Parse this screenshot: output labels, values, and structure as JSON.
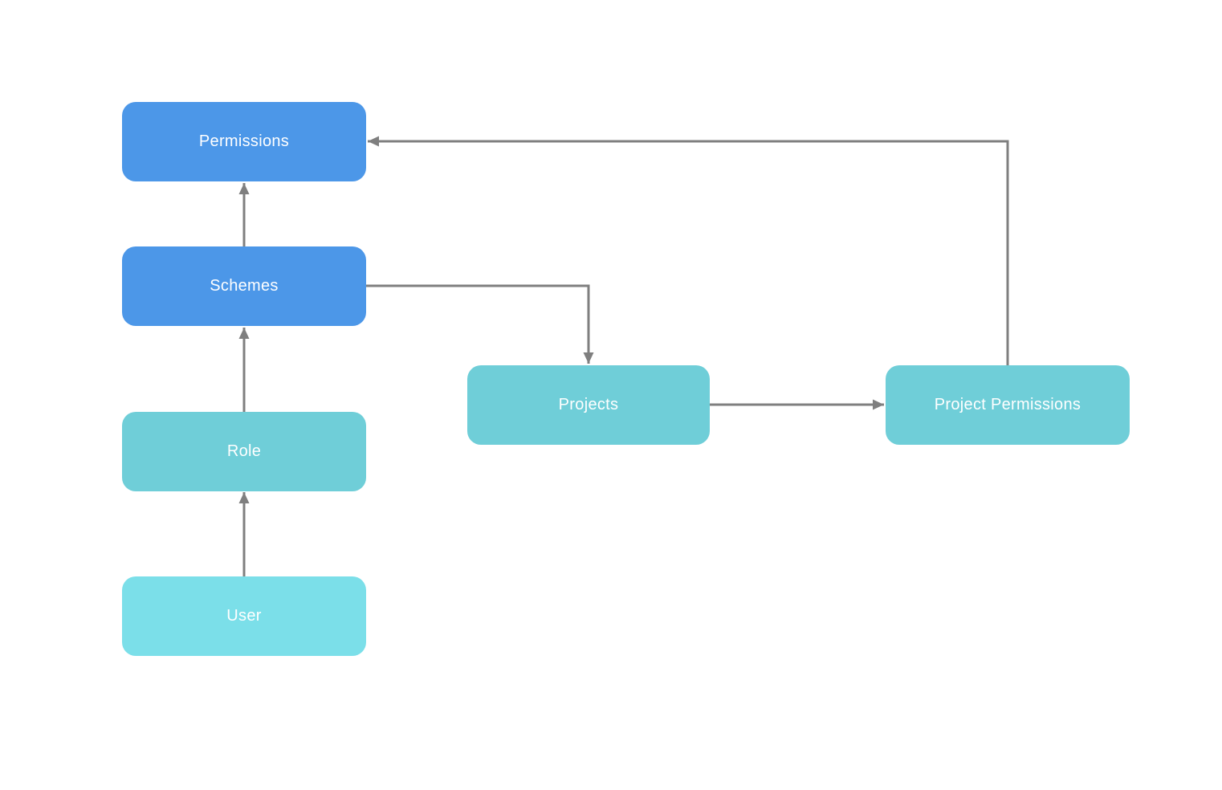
{
  "diagram": {
    "nodes": [
      {
        "id": "permissions",
        "label": "Permissions",
        "color": "#4C97E8"
      },
      {
        "id": "schemes",
        "label": "Schemes",
        "color": "#4C97E8"
      },
      {
        "id": "role",
        "label": "Role",
        "color": "#6FCED8"
      },
      {
        "id": "user",
        "label": "User",
        "color": "#7BDFE9"
      },
      {
        "id": "projects",
        "label": "Projects",
        "color": "#6FCED8"
      },
      {
        "id": "project_permissions",
        "label": "Project Permissions",
        "color": "#6FCED8"
      }
    ],
    "edges": [
      {
        "from": "user",
        "to": "role",
        "direction": "up"
      },
      {
        "from": "role",
        "to": "schemes",
        "direction": "up"
      },
      {
        "from": "schemes",
        "to": "permissions",
        "direction": "up"
      },
      {
        "from": "schemes",
        "to": "projects",
        "direction": "right-then-down"
      },
      {
        "from": "projects",
        "to": "project_permissions",
        "direction": "right"
      },
      {
        "from": "project_permissions",
        "to": "permissions",
        "direction": "up-then-left"
      }
    ]
  },
  "colors": {
    "node-blue": "#4C97E8",
    "node-teal": "#6FCED8",
    "node-cyan": "#7BDFE9",
    "edge-gray": "#7F7F7F",
    "node-text": "#FFFFFF",
    "canvas-bg": "#FFFFFF"
  }
}
